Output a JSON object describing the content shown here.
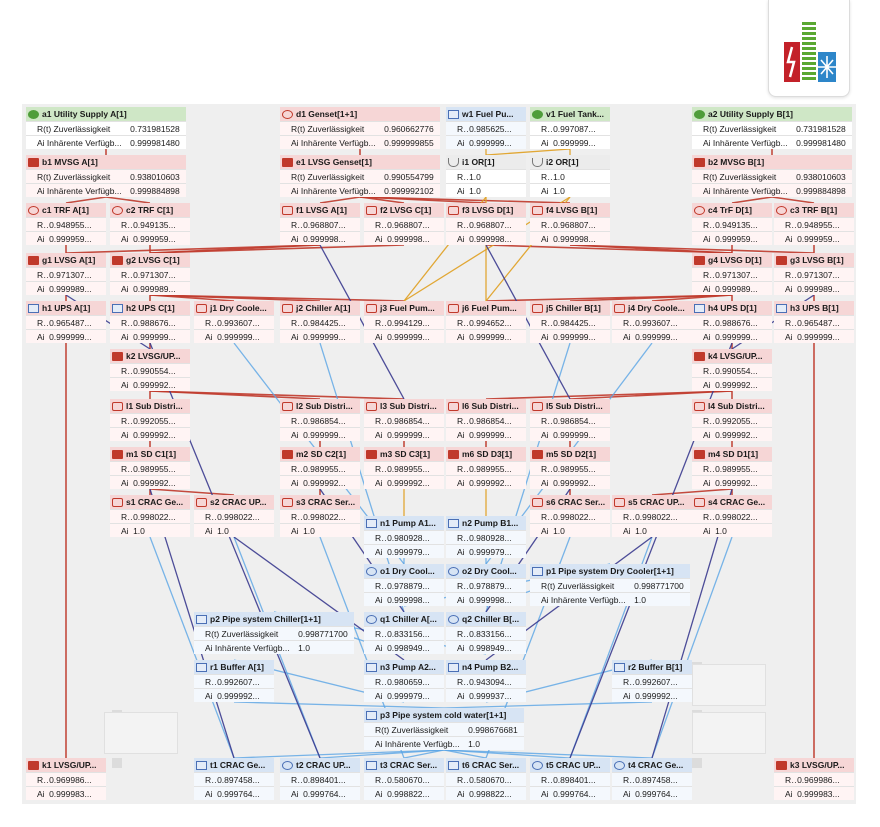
{
  "logo": {
    "name": "electrical-cooling-logo",
    "colors": {
      "red": "#c32129",
      "green": "#5aa832",
      "blue": "#2d86c9"
    }
  },
  "colors": {
    "electric": "#c0392b",
    "cooling": "#5aa5e6",
    "fuel": "#e0a020",
    "control": "#3b3b8f",
    "logic": "#6e4aa0"
  },
  "nodes": [
    {
      "id": "a1",
      "title": "a1 Utility Supply A[1]",
      "kind": "sup",
      "icon": "green",
      "r": "R(t) Zuverlässigkeit",
      "rv": "0.731981528",
      "a": "Ai Inhärente Verfügb...",
      "av": "0.999981480"
    },
    {
      "id": "d1",
      "title": "d1 Genset[1+1]",
      "kind": "elec",
      "icon": "redcirc",
      "r": "R(t) Zuverlässigkeit",
      "rv": "0.960662776",
      "a": "Ai Inhärente Verfügb...",
      "av": "0.999999855"
    },
    {
      "id": "w1",
      "title": "w1 Fuel Pu...",
      "kind": "cool",
      "icon": "blue",
      "r": "R...",
      "rv": "0.985625...",
      "a": "Ai",
      "av": "0.999999..."
    },
    {
      "id": "v1",
      "title": "v1 Fuel Tank...",
      "kind": "sup",
      "icon": "green",
      "r": "R...",
      "rv": "0.997087...",
      "a": "Ai",
      "av": "0.999999..."
    },
    {
      "id": "a2",
      "title": "a2 Utility Supply B[1]",
      "kind": "sup",
      "icon": "green",
      "r": "R(t) Zuverlässigkeit",
      "rv": "0.731981528",
      "a": "Ai Inhärente Verfügb...",
      "av": "0.999981480"
    },
    {
      "id": "b1",
      "title": "b1 MVSG A[1]",
      "kind": "elec",
      "icon": "red",
      "r": "R(t) Zuverlässigkeit",
      "rv": "0.938010603",
      "a": "Ai Inhärente Verfügb...",
      "av": "0.999884898"
    },
    {
      "id": "e1",
      "title": "e1 LVSG Genset[1]",
      "kind": "elec",
      "icon": "red",
      "r": "R(t) Zuverlässigkeit",
      "rv": "0.990554799",
      "a": "Ai Inhärente Verfügb...",
      "av": "0.999992102"
    },
    {
      "id": "i1",
      "title": "i1 OR[1]",
      "kind": "logic",
      "icon": "gray",
      "r": "R...",
      "rv": "1.0",
      "a": "Ai",
      "av": "1.0"
    },
    {
      "id": "i2",
      "title": "i2 OR[1]",
      "kind": "logic",
      "icon": "gray",
      "r": "R...",
      "rv": "1.0",
      "a": "Ai",
      "av": "1.0"
    },
    {
      "id": "b2",
      "title": "b2 MVSG B[1]",
      "kind": "elec",
      "icon": "red",
      "r": "R(t) Zuverlässigkeit",
      "rv": "0.938010603",
      "a": "Ai Inhärente Verfügb...",
      "av": "0.999884898"
    },
    {
      "id": "c1",
      "title": "c1 TRF A[1]",
      "kind": "elec",
      "icon": "redcirc",
      "r": "R...",
      "rv": "0.948955...",
      "a": "Ai",
      "av": "0.999959..."
    },
    {
      "id": "c2",
      "title": "c2 TRF C[1]",
      "kind": "elec",
      "icon": "redcirc",
      "r": "R...",
      "rv": "0.949135...",
      "a": "Ai",
      "av": "0.999959..."
    },
    {
      "id": "f1",
      "title": "f1 LVSG A[1]",
      "kind": "elec",
      "icon": "redline",
      "r": "R...",
      "rv": "0.968807...",
      "a": "Ai",
      "av": "0.999998..."
    },
    {
      "id": "f2",
      "title": "f2 LVSG C[1]",
      "kind": "elec",
      "icon": "redline",
      "r": "R...",
      "rv": "0.968807...",
      "a": "Ai",
      "av": "0.999998..."
    },
    {
      "id": "f3",
      "title": "f3 LVSG D[1]",
      "kind": "elec",
      "icon": "redline",
      "r": "R...",
      "rv": "0.968807...",
      "a": "Ai",
      "av": "0.999998..."
    },
    {
      "id": "f4",
      "title": "f4 LVSG B[1]",
      "kind": "elec",
      "icon": "redline",
      "r": "R...",
      "rv": "0.968807...",
      "a": "Ai",
      "av": "0.999998..."
    },
    {
      "id": "c4",
      "title": "c4 TrF D[1]",
      "kind": "elec",
      "icon": "redcirc",
      "r": "R...",
      "rv": "0.949135...",
      "a": "Ai",
      "av": "0.999959..."
    },
    {
      "id": "c3",
      "title": "c3 TRF B[1]",
      "kind": "elec",
      "icon": "redcirc",
      "r": "R...",
      "rv": "0.948955...",
      "a": "Ai",
      "av": "0.999959..."
    },
    {
      "id": "g1",
      "title": "g1 LVSG A[1]",
      "kind": "elec",
      "icon": "red",
      "r": "R...",
      "rv": "0.971307...",
      "a": "Ai",
      "av": "0.999989..."
    },
    {
      "id": "g2",
      "title": "g2 LVSG C[1]",
      "kind": "elec",
      "icon": "red",
      "r": "R...",
      "rv": "0.971307...",
      "a": "Ai",
      "av": "0.999989..."
    },
    {
      "id": "g4",
      "title": "g4 LVSG D[1]",
      "kind": "elec",
      "icon": "red",
      "r": "R...",
      "rv": "0.971307...",
      "a": "Ai",
      "av": "0.999989..."
    },
    {
      "id": "g3",
      "title": "g3 LVSG B[1]",
      "kind": "elec",
      "icon": "red",
      "r": "R...",
      "rv": "0.971307...",
      "a": "Ai",
      "av": "0.999989..."
    },
    {
      "id": "h1",
      "title": "h1 UPS A[1]",
      "kind": "elec",
      "icon": "blue",
      "r": "R...",
      "rv": "0.965487...",
      "a": "Ai",
      "av": "0.999999..."
    },
    {
      "id": "h2",
      "title": "h2 UPS C[1]",
      "kind": "elec",
      "icon": "blue",
      "r": "R...",
      "rv": "0.988676...",
      "a": "Ai",
      "av": "0.999999..."
    },
    {
      "id": "j1",
      "title": "j1 Dry Coole...",
      "kind": "elec",
      "icon": "redline",
      "r": "R...",
      "rv": "0.993607...",
      "a": "Ai",
      "av": "0.999999..."
    },
    {
      "id": "j2",
      "title": "j2 Chiller A[1]",
      "kind": "elec",
      "icon": "redline",
      "r": "R...",
      "rv": "0.984425...",
      "a": "Ai",
      "av": "0.999999..."
    },
    {
      "id": "j3",
      "title": "j3 Fuel Pum...",
      "kind": "elec",
      "icon": "redline",
      "r": "R...",
      "rv": "0.994129...",
      "a": "Ai",
      "av": "0.999999..."
    },
    {
      "id": "j6",
      "title": "j6 Fuel Pum...",
      "kind": "elec",
      "icon": "redline",
      "r": "R...",
      "rv": "0.994652...",
      "a": "Ai",
      "av": "0.999999..."
    },
    {
      "id": "j5",
      "title": "j5 Chiller B[1]",
      "kind": "elec",
      "icon": "redline",
      "r": "R...",
      "rv": "0.984425...",
      "a": "Ai",
      "av": "0.999999..."
    },
    {
      "id": "j4",
      "title": "j4 Dry Coole...",
      "kind": "elec",
      "icon": "redline",
      "r": "R...",
      "rv": "0.993607...",
      "a": "Ai",
      "av": "0.999999..."
    },
    {
      "id": "h4",
      "title": "h4 UPS D[1]",
      "kind": "elec",
      "icon": "blue",
      "r": "R...",
      "rv": "0.988676...",
      "a": "Ai",
      "av": "0.999999..."
    },
    {
      "id": "h3",
      "title": "h3 UPS B[1]",
      "kind": "elec",
      "icon": "blue",
      "r": "R...",
      "rv": "0.965487...",
      "a": "Ai",
      "av": "0.999999..."
    },
    {
      "id": "k2",
      "title": "k2 LVSG/UP...",
      "kind": "elec",
      "icon": "red",
      "r": "R...",
      "rv": "0.990554...",
      "a": "Ai",
      "av": "0.999992..."
    },
    {
      "id": "k4",
      "title": "k4 LVSG/UP...",
      "kind": "elec",
      "icon": "red",
      "r": "R...",
      "rv": "0.990554...",
      "a": "Ai",
      "av": "0.999992..."
    },
    {
      "id": "l1",
      "title": "l1 Sub Distri...",
      "kind": "elec",
      "icon": "redline",
      "r": "R...",
      "rv": "0.992055...",
      "a": "Ai",
      "av": "0.999992..."
    },
    {
      "id": "l2",
      "title": "l2 Sub Distri...",
      "kind": "elec",
      "icon": "redline",
      "r": "R...",
      "rv": "0.986854...",
      "a": "Ai",
      "av": "0.999999..."
    },
    {
      "id": "l3",
      "title": "l3 Sub Distri...",
      "kind": "elec",
      "icon": "redline",
      "r": "R...",
      "rv": "0.986854...",
      "a": "Ai",
      "av": "0.999999..."
    },
    {
      "id": "l6",
      "title": "l6 Sub Distri...",
      "kind": "elec",
      "icon": "redline",
      "r": "R...",
      "rv": "0.986854...",
      "a": "Ai",
      "av": "0.999999..."
    },
    {
      "id": "l5",
      "title": "l5 Sub Distri...",
      "kind": "elec",
      "icon": "redline",
      "r": "R...",
      "rv": "0.986854...",
      "a": "Ai",
      "av": "0.999999..."
    },
    {
      "id": "l4",
      "title": "l4 Sub Distri...",
      "kind": "elec",
      "icon": "redline",
      "r": "R...",
      "rv": "0.992055...",
      "a": "Ai",
      "av": "0.999992..."
    },
    {
      "id": "m1",
      "title": "m1 SD C1[1]",
      "kind": "elec",
      "icon": "red",
      "r": "R...",
      "rv": "0.989955...",
      "a": "Ai",
      "av": "0.999992..."
    },
    {
      "id": "m2",
      "title": "m2 SD C2[1]",
      "kind": "elec",
      "icon": "red",
      "r": "R...",
      "rv": "0.989955...",
      "a": "Ai",
      "av": "0.999992..."
    },
    {
      "id": "m3",
      "title": "m3 SD C3[1]",
      "kind": "elec",
      "icon": "red",
      "r": "R...",
      "rv": "0.989955...",
      "a": "Ai",
      "av": "0.999992..."
    },
    {
      "id": "m6",
      "title": "m6 SD D3[1]",
      "kind": "elec",
      "icon": "red",
      "r": "R...",
      "rv": "0.989955...",
      "a": "Ai",
      "av": "0.999992..."
    },
    {
      "id": "m5",
      "title": "m5 SD D2[1]",
      "kind": "elec",
      "icon": "red",
      "r": "R...",
      "rv": "0.989955...",
      "a": "Ai",
      "av": "0.999992..."
    },
    {
      "id": "m4",
      "title": "m4 SD D1[1]",
      "kind": "elec",
      "icon": "red",
      "r": "R...",
      "rv": "0.989955...",
      "a": "Ai",
      "av": "0.999992..."
    },
    {
      "id": "s1",
      "title": "s1 CRAC Ge...",
      "kind": "elec",
      "icon": "redline",
      "r": "R...",
      "rv": "0.998022...",
      "a": "Ai",
      "av": "1.0"
    },
    {
      "id": "s2",
      "title": "s2 CRAC UP...",
      "kind": "elec",
      "icon": "redline",
      "r": "R...",
      "rv": "0.998022...",
      "a": "Ai",
      "av": "1.0"
    },
    {
      "id": "s3",
      "title": "s3 CRAC Ser...",
      "kind": "elec",
      "icon": "redline",
      "r": "R...",
      "rv": "0.998022...",
      "a": "Ai",
      "av": "1.0"
    },
    {
      "id": "s6",
      "title": "s6 CRAC Ser...",
      "kind": "elec",
      "icon": "redline",
      "r": "R...",
      "rv": "0.998022...",
      "a": "Ai",
      "av": "1.0"
    },
    {
      "id": "s5",
      "title": "s5 CRAC UP...",
      "kind": "elec",
      "icon": "redline",
      "r": "R...",
      "rv": "0.998022...",
      "a": "Ai",
      "av": "1.0"
    },
    {
      "id": "s4",
      "title": "s4 CRAC Ge...",
      "kind": "elec",
      "icon": "redline",
      "r": "R...",
      "rv": "0.998022...",
      "a": "Ai",
      "av": "1.0"
    },
    {
      "id": "n1",
      "title": "n1 Pump A1...",
      "kind": "cool",
      "icon": "blue",
      "r": "R...",
      "rv": "0.980928...",
      "a": "Ai",
      "av": "0.999979..."
    },
    {
      "id": "n2",
      "title": "n2 Pump B1...",
      "kind": "cool",
      "icon": "blue",
      "r": "R...",
      "rv": "0.980928...",
      "a": "Ai",
      "av": "0.999979..."
    },
    {
      "id": "o1",
      "title": "o1 Dry Cool...",
      "kind": "cool",
      "icon": "bluec",
      "r": "R...",
      "rv": "0.978879...",
      "a": "Ai",
      "av": "0.999998..."
    },
    {
      "id": "o2",
      "title": "o2 Dry Cool...",
      "kind": "cool",
      "icon": "bluec",
      "r": "R...",
      "rv": "0.978879...",
      "a": "Ai",
      "av": "0.999998..."
    },
    {
      "id": "p1",
      "title": "p1 Pipe system Dry Cooler[1+1]",
      "kind": "cool",
      "icon": "blue",
      "r": "R(t) Zuverlässigkeit",
      "rv": "0.998771700",
      "a": "Ai Inhärente Verfügb...",
      "av": "1.0"
    },
    {
      "id": "p2",
      "title": "p2 Pipe system Chiller[1+1]",
      "kind": "cool",
      "icon": "blue",
      "r": "R(t) Zuverlässigkeit",
      "rv": "0.998771700",
      "a": "Ai Inhärente Verfügb...",
      "av": "1.0"
    },
    {
      "id": "q1",
      "title": "q1 Chiller A[...",
      "kind": "cool",
      "icon": "bluec",
      "r": "R...",
      "rv": "0.833156...",
      "a": "Ai",
      "av": "0.998949..."
    },
    {
      "id": "q2",
      "title": "q2 Chiller B[...",
      "kind": "cool",
      "icon": "bluec",
      "r": "R...",
      "rv": "0.833156...",
      "a": "Ai",
      "av": "0.998949..."
    },
    {
      "id": "r1",
      "title": "r1 Buffer A[1]",
      "kind": "cool",
      "icon": "blue",
      "r": "R...",
      "rv": "0.992607...",
      "a": "Ai",
      "av": "0.999992..."
    },
    {
      "id": "n3",
      "title": "n3 Pump A2...",
      "kind": "cool",
      "icon": "blue",
      "r": "R...",
      "rv": "0.980659...",
      "a": "Ai",
      "av": "0.999979..."
    },
    {
      "id": "n4",
      "title": "n4 Pump B2...",
      "kind": "cool",
      "icon": "blue",
      "r": "R...",
      "rv": "0.943094...",
      "a": "Ai",
      "av": "0.999937..."
    },
    {
      "id": "r2",
      "title": "r2 Buffer B[1]",
      "kind": "cool",
      "icon": "blue",
      "r": "R...",
      "rv": "0.992607...",
      "a": "Ai",
      "av": "0.999992..."
    },
    {
      "id": "p3",
      "title": "p3 Pipe system cold water[1+1]",
      "kind": "cool",
      "icon": "blue",
      "r": "R(t) Zuverlässigkeit",
      "rv": "0.998676681",
      "a": "Ai Inhärente Verfügb...",
      "av": "1.0"
    },
    {
      "id": "k1",
      "title": "k1 LVSG/UP...",
      "kind": "elec",
      "icon": "red",
      "r": "R...",
      "rv": "0.969986...",
      "a": "Ai",
      "av": "0.999983..."
    },
    {
      "id": "t1",
      "title": "t1 CRAC Ge...",
      "kind": "cool",
      "icon": "blue",
      "r": "R...",
      "rv": "0.897458...",
      "a": "Ai",
      "av": "0.999764..."
    },
    {
      "id": "t2",
      "title": "t2 CRAC UP...",
      "kind": "cool",
      "icon": "bluec",
      "r": "R...",
      "rv": "0.898401...",
      "a": "Ai",
      "av": "0.999764..."
    },
    {
      "id": "t3",
      "title": "t3 CRAC Ser...",
      "kind": "cool",
      "icon": "blue",
      "r": "R...",
      "rv": "0.580670...",
      "a": "Ai",
      "av": "0.998822..."
    },
    {
      "id": "t6",
      "title": "t6 CRAC Ser...",
      "kind": "cool",
      "icon": "blue",
      "r": "R...",
      "rv": "0.580670...",
      "a": "Ai",
      "av": "0.998822..."
    },
    {
      "id": "t5",
      "title": "t5 CRAC UP...",
      "kind": "cool",
      "icon": "bluec",
      "r": "R...",
      "rv": "0.898401...",
      "a": "Ai",
      "av": "0.999764..."
    },
    {
      "id": "t4",
      "title": "t4 CRAC Ge...",
      "kind": "cool",
      "icon": "bluec",
      "r": "R...",
      "rv": "0.897458...",
      "a": "Ai",
      "av": "0.999764..."
    },
    {
      "id": "k3",
      "title": "k3 LVSG/UP...",
      "kind": "elec",
      "icon": "red",
      "r": "R...",
      "rv": "0.969986...",
      "a": "Ai",
      "av": "0.999983..."
    }
  ]
}
